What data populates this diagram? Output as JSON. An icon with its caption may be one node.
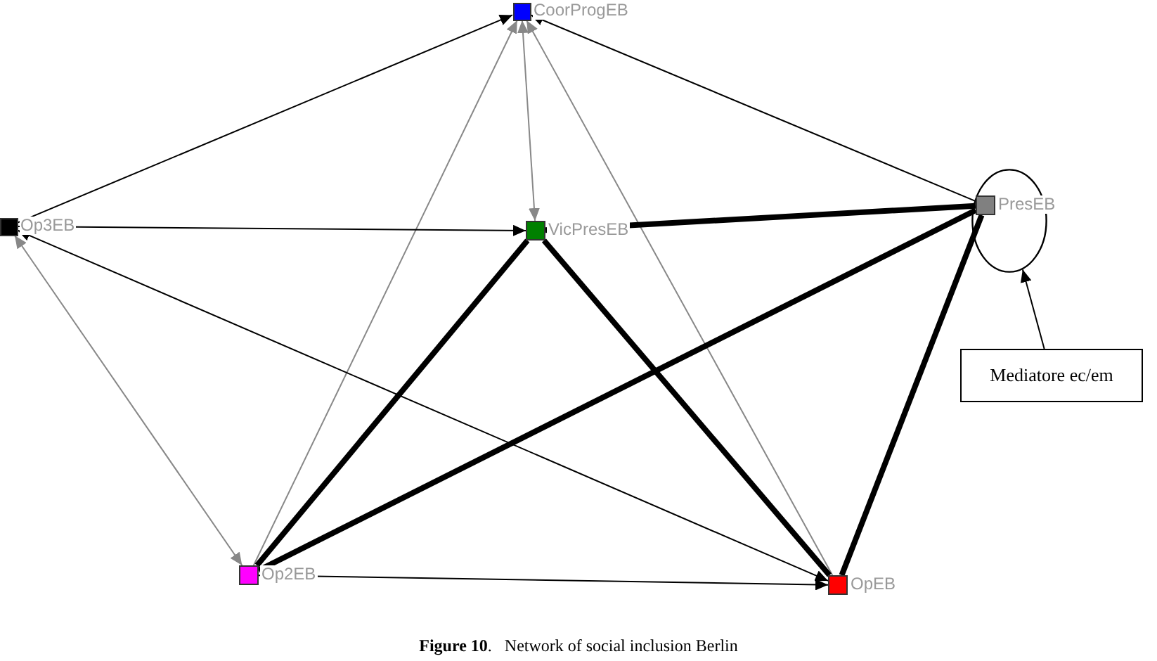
{
  "diagram": {
    "caption": "**Figure 10**.   Network of social inclusion Berlin",
    "nodes": [
      {
        "text": [],
        "shape": "box",
        "beside": [
          "CoorProgEB"
        ]
      },
      {
        "text": [],
        "shape": "box",
        "beside": [
          "Op3EB"
        ]
      },
      {
        "text": [],
        "shape": "box",
        "beside": [
          "VicPresEB"
        ]
      },
      {
        "text": [],
        "shape": "box",
        "beside": [
          "PresEB"
        ],
        "in": 6
      },
      {
        "text": [],
        "shape": "box",
        "beside": [
          "Op2EB"
        ]
      },
      {
        "text": [],
        "shape": "box",
        "beside": [
          "OpEB"
        ]
      },
      {
        "text": [],
        "shape": "circle"
      },
      {
        "text": [
          "Mediatore ec/em"
        ]
      }
    ],
    "edges": [
      {
        "from": 1,
        "to": 0,
        "arrow": "to"
      },
      {
        "from": 3,
        "to": 0,
        "arrow": "to"
      },
      {
        "from": 4,
        "to": 0,
        "arrow": "to",
        "color": "#888888"
      },
      {
        "from": 0,
        "to": 2,
        "arrow": "both",
        "color": "#888888"
      },
      {
        "from": 5,
        "to": 0,
        "arrow": "to",
        "color": "#888888"
      },
      {
        "from": 1,
        "to": 2,
        "arrow": "to"
      },
      {
        "from": 1,
        "to": 4,
        "arrow": "both",
        "color": "#888888"
      },
      {
        "from": 1,
        "to": 5,
        "arrow": "both"
      },
      {
        "from": 4,
        "to": 5,
        "arrow": "to"
      },
      {
        "from": 2,
        "to": 3,
        "arrow": "none",
        "style": "thick"
      },
      {
        "from": 2,
        "to": 4,
        "arrow": "none",
        "style": "thick"
      },
      {
        "from": 2,
        "to": 5,
        "arrow": "none",
        "style": "thick"
      },
      {
        "from": 4,
        "to": 3,
        "arrow": "none",
        "style": "thick"
      },
      {
        "from": 5,
        "to": 3,
        "arrow": "none",
        "style": "thick"
      },
      {
        "from": 7,
        "to": 6,
        "arrow": "to"
      }
    ]
  }
}
